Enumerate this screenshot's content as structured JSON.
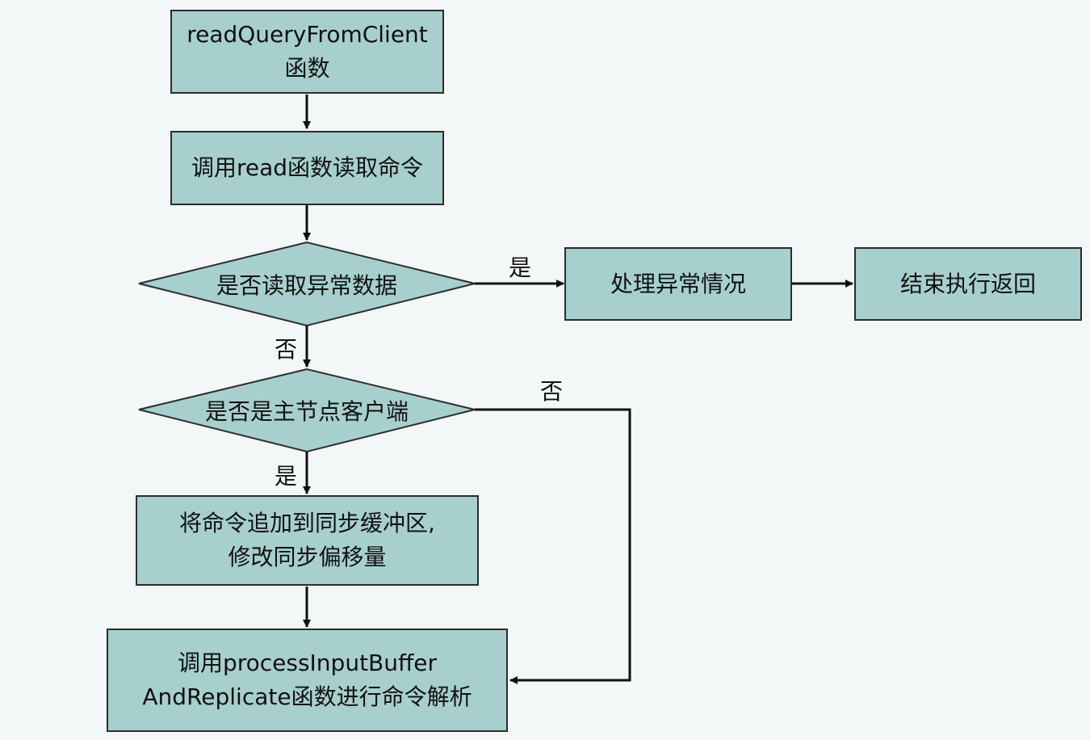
{
  "nodes": {
    "start": {
      "line1": "readQueryFromClient",
      "line2": "函数"
    },
    "read": {
      "label": "调用read函数读取命令"
    },
    "check_error": {
      "label": "是否读取异常数据"
    },
    "handle_error": {
      "label": "处理异常情况"
    },
    "end_return": {
      "label": "结束执行返回"
    },
    "check_master": {
      "label": "是否是主节点客户端"
    },
    "append": {
      "line1": "将命令追加到同步缓冲区,",
      "line2": "修改同步偏移量"
    },
    "process": {
      "line1": "调用processInputBuffer",
      "line2": "AndReplicate函数进行命令解析"
    }
  },
  "edges": {
    "error_yes": "是",
    "error_no": "否",
    "master_no": "否",
    "master_yes": "是"
  },
  "colors": {
    "node_fill": "#a7cfce",
    "line": "#111111",
    "background": "#f3f7f8"
  }
}
